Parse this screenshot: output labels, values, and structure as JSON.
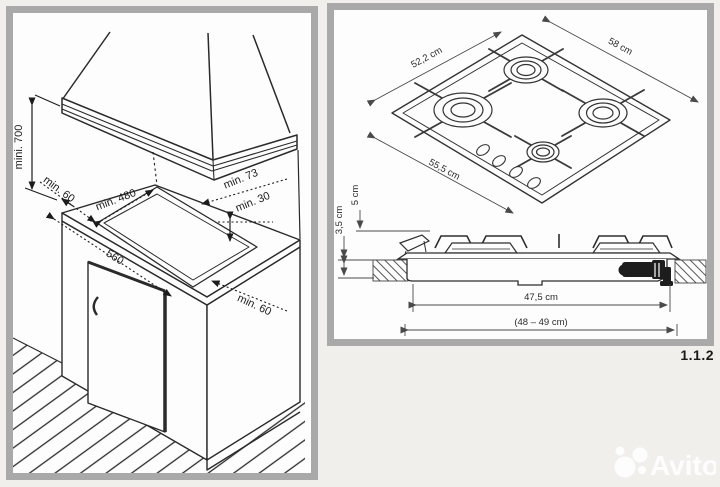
{
  "page": {
    "background": "#f0efec",
    "panel_border_color": "#a9a9a9",
    "line_color": "#2a2a2a",
    "figure_number": "1.1.2",
    "watermark": "Avito"
  },
  "installation_view": {
    "description": "cabinet-and-hood-installation-clearances",
    "labels": {
      "hood_height": "mini. 700",
      "edge_clearance_left": "min. 60",
      "cutout_depth": "min. 480",
      "rear_clearance": "min. 73",
      "side_clearance": "min. 30",
      "cutout_width": "560",
      "front_clearance": "min. 60"
    }
  },
  "hob_view": {
    "description": "gas-hob-top-dimensions",
    "labels": {
      "depth": "52,2 cm",
      "width": "58 cm",
      "front_width": "55,5 cm"
    }
  },
  "section_view": {
    "description": "hob-cross-section-dimensions",
    "labels": {
      "height_above_worktop": "5 cm",
      "depth_below_worktop": "3,5 cm",
      "body_width": "47,5 cm",
      "cutout_width_range": "(48 – 49 cm)"
    }
  }
}
